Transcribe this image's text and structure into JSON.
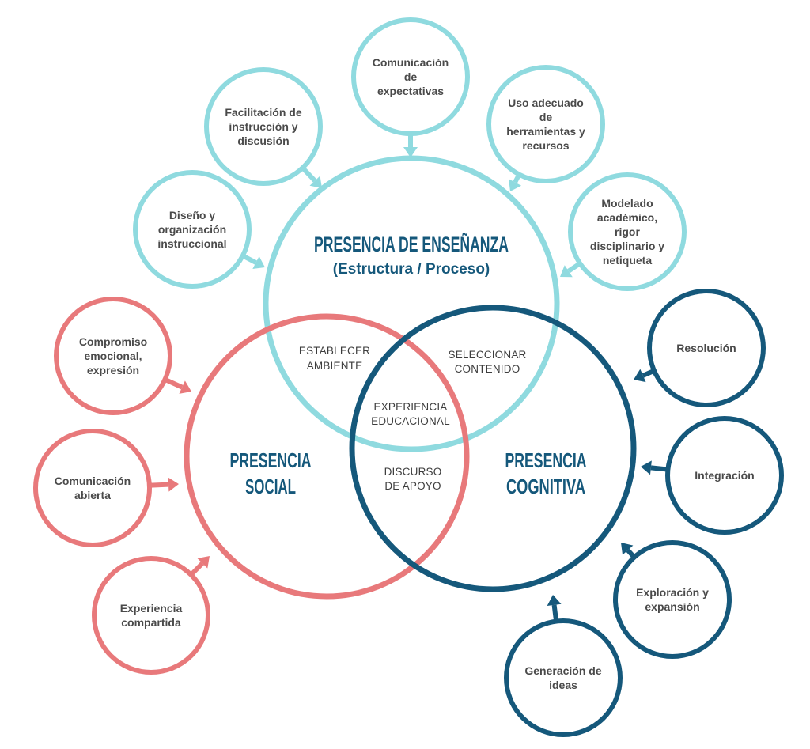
{
  "colors": {
    "teaching": "#8fdadf",
    "social": "#e8797b",
    "cognitive": "#15587b",
    "title_text": "#15587b",
    "body_text": "#4a4a4a"
  },
  "main": {
    "teaching": {
      "title": "PRESENCIA DE ENSEÑANZA",
      "subtitle": "(Estructura / Proceso)"
    },
    "social": {
      "lines": [
        "PRESENCIA",
        "SOCIAL"
      ]
    },
    "cognitive": {
      "lines": [
        "PRESENCIA",
        "COGNITIVA"
      ]
    }
  },
  "intersections": {
    "teaching_social": [
      "ESTABLECER",
      "AMBIENTE"
    ],
    "teaching_cognitive": [
      "SELECCIONAR",
      "CONTENIDO"
    ],
    "center": [
      "EXPERIENCIA",
      "EDUCACIONAL"
    ],
    "social_cognitive": [
      "DISCURSO",
      "DE APOYO"
    ]
  },
  "satellites": {
    "teaching": [
      {
        "lines": [
          "Diseño y",
          "organización",
          "instruccional"
        ]
      },
      {
        "lines": [
          "Facilitación de",
          "instrucción y",
          "discusión"
        ]
      },
      {
        "lines": [
          "Comunicación",
          "de",
          "expectativas"
        ]
      },
      {
        "lines": [
          "Uso adecuado",
          "de",
          "herramientas y",
          "recursos"
        ]
      },
      {
        "lines": [
          "Modelado",
          "académico,",
          "rigor",
          "disciplinario y",
          "netiqueta"
        ]
      }
    ],
    "social": [
      {
        "lines": [
          "Compromiso",
          "emocional,",
          "expresión"
        ]
      },
      {
        "lines": [
          "Comunicación",
          "abierta"
        ]
      },
      {
        "lines": [
          "Experiencia",
          "compartida"
        ]
      }
    ],
    "cognitive": [
      {
        "lines": [
          "Resolución"
        ]
      },
      {
        "lines": [
          "Integración"
        ]
      },
      {
        "lines": [
          "Exploración y",
          "expansión"
        ]
      },
      {
        "lines": [
          "Generación de",
          "ideas"
        ]
      }
    ]
  }
}
